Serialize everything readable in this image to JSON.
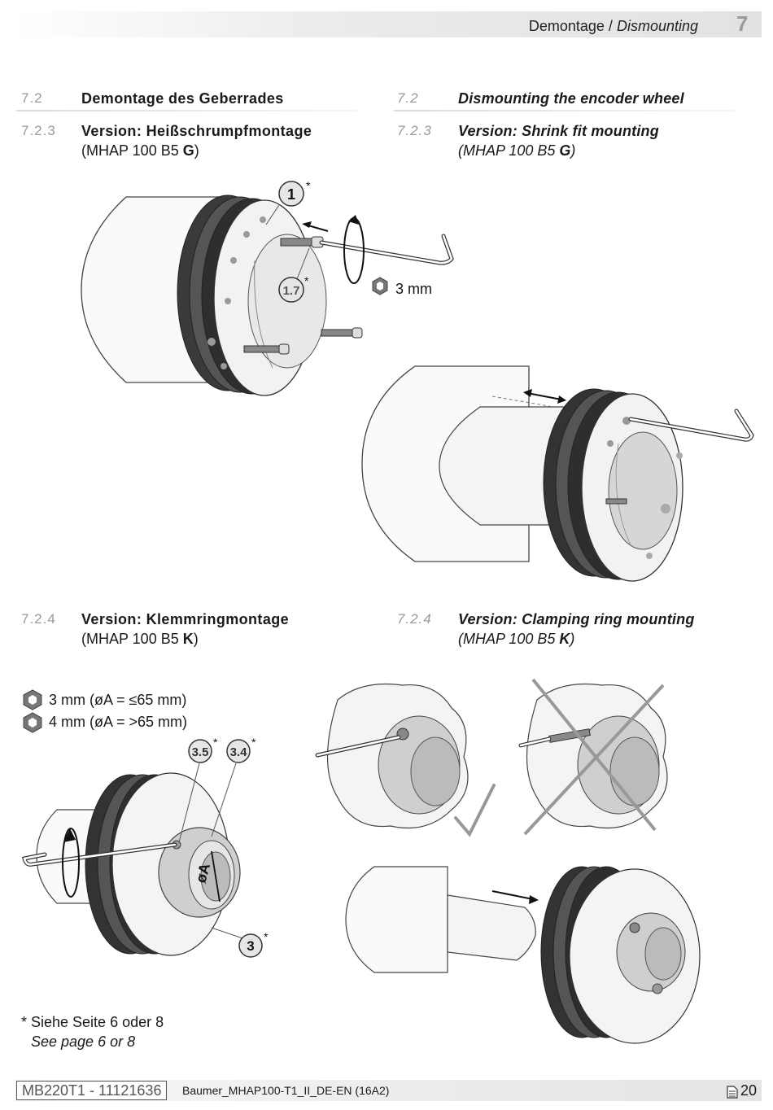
{
  "header": {
    "title_de": "Demontage /",
    "title_en": "Dismounting",
    "chapter": "7"
  },
  "sections": {
    "s72_de": {
      "num": "7.2",
      "title": "Demontage des Geberrades"
    },
    "s72_en": {
      "num": "7.2",
      "title": "Dismounting the encoder wheel"
    },
    "s723_de": {
      "num": "7.2.3",
      "title": "Version: Heißschrumpfmontage",
      "model_prefix": "(MHAP 100 B5 ",
      "model_bold": "G",
      "model_suffix": ")"
    },
    "s723_en": {
      "num": "7.2.3",
      "title": "Version: Shrink fit mounting",
      "model_prefix": "(MHAP 100 B5 ",
      "model_bold": "G",
      "model_suffix": ")"
    },
    "s724_de": {
      "num": "7.2.4",
      "title": "Version: Klemmringmontage",
      "model_prefix": "(MHAP 100 B5 ",
      "model_bold": "K",
      "model_suffix": ")"
    },
    "s724_en": {
      "num": "7.2.4",
      "title": "Version: Clamping ring mounting",
      "model_prefix": "(MHAP 100 B5 ",
      "model_bold": "K",
      "model_suffix": ")"
    }
  },
  "figure1": {
    "callout_1": "1",
    "callout_17": "1.7",
    "asterisk": "*",
    "tool_size": "3 mm"
  },
  "figure3": {
    "tool_size_small": "3 mm (øA = ≤65 mm)",
    "tool_size_large": "4 mm (øA = >65 mm)",
    "callout_35": "3.5",
    "callout_34": "3.4",
    "callout_3": "3",
    "asterisk": "*",
    "dim_label": "øA"
  },
  "footnote": {
    "de": "* Siehe Seite 6 oder 8",
    "en": "See page 6 or 8"
  },
  "footer": {
    "doc_id": "MB220T1 - 11121636",
    "doc_name": "Baumer_MHAP100-T1_II_DE-EN (16A2)",
    "page": "20"
  },
  "colors": {
    "section_number": "#9a9a9a",
    "ring_dark": "#333333",
    "body_grey": "#cfcfcf"
  }
}
